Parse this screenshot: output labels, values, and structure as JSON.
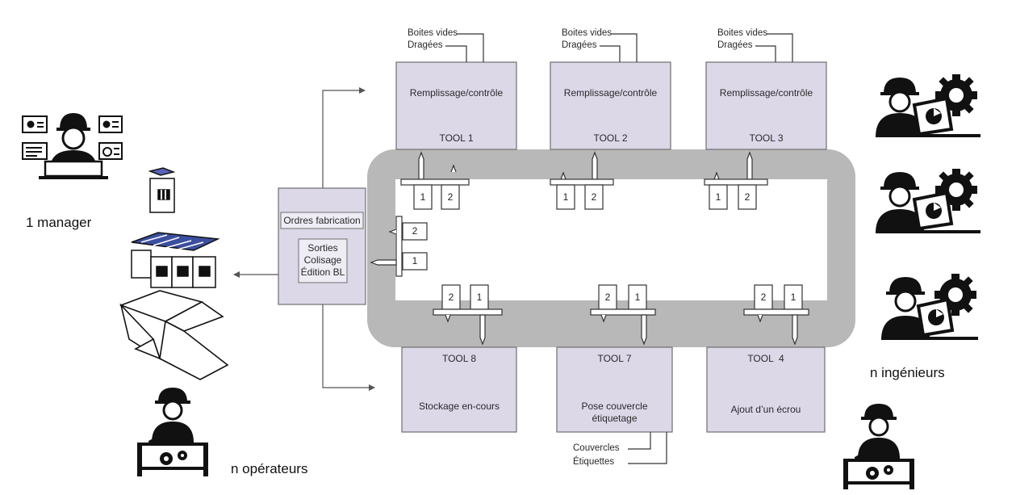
{
  "inputs_top": [
    "Boites vides",
    "Dragées"
  ],
  "tools_top": [
    {
      "name": "TOOL 1",
      "title": "Remplissage/contrôle"
    },
    {
      "name": "TOOL 2",
      "title": "Remplissage/contrôle"
    },
    {
      "name": "TOOL 3",
      "title": "Remplissage/contrôle"
    }
  ],
  "tools_bottom": [
    {
      "name": "TOOL 8",
      "title": "Stockage en-cours"
    },
    {
      "name": "TOOL 7",
      "title": "Pose couvercle étiquetage"
    },
    {
      "name": "TOOL  4",
      "title": "Ajout d’un écrou"
    }
  ],
  "tool7_title_lines": [
    "Pose couvercle",
    "étiquetage"
  ],
  "inputs_tool7": [
    "Couvercles",
    "Étiquettes"
  ],
  "control": {
    "header": "Ordres fabrication",
    "lines": [
      "Sorties",
      "Colisage",
      "Édition BL"
    ]
  },
  "slots": {
    "one": "1",
    "two": "2"
  },
  "roles": {
    "manager": "1 manager",
    "engineers": "n ingénieurs",
    "operators": "n opérateurs"
  },
  "colors": {
    "box_fill": "#dcd8e8",
    "box_stroke": "#6f6f6f",
    "conveyor": "#b8b8b8",
    "icon": "#111111",
    "pallet_blue": "#3b4fa0"
  },
  "icons": [
    "manager-icon",
    "engineer-icon",
    "operator-icon",
    "box-stack-icon",
    "open-carton-icon"
  ]
}
